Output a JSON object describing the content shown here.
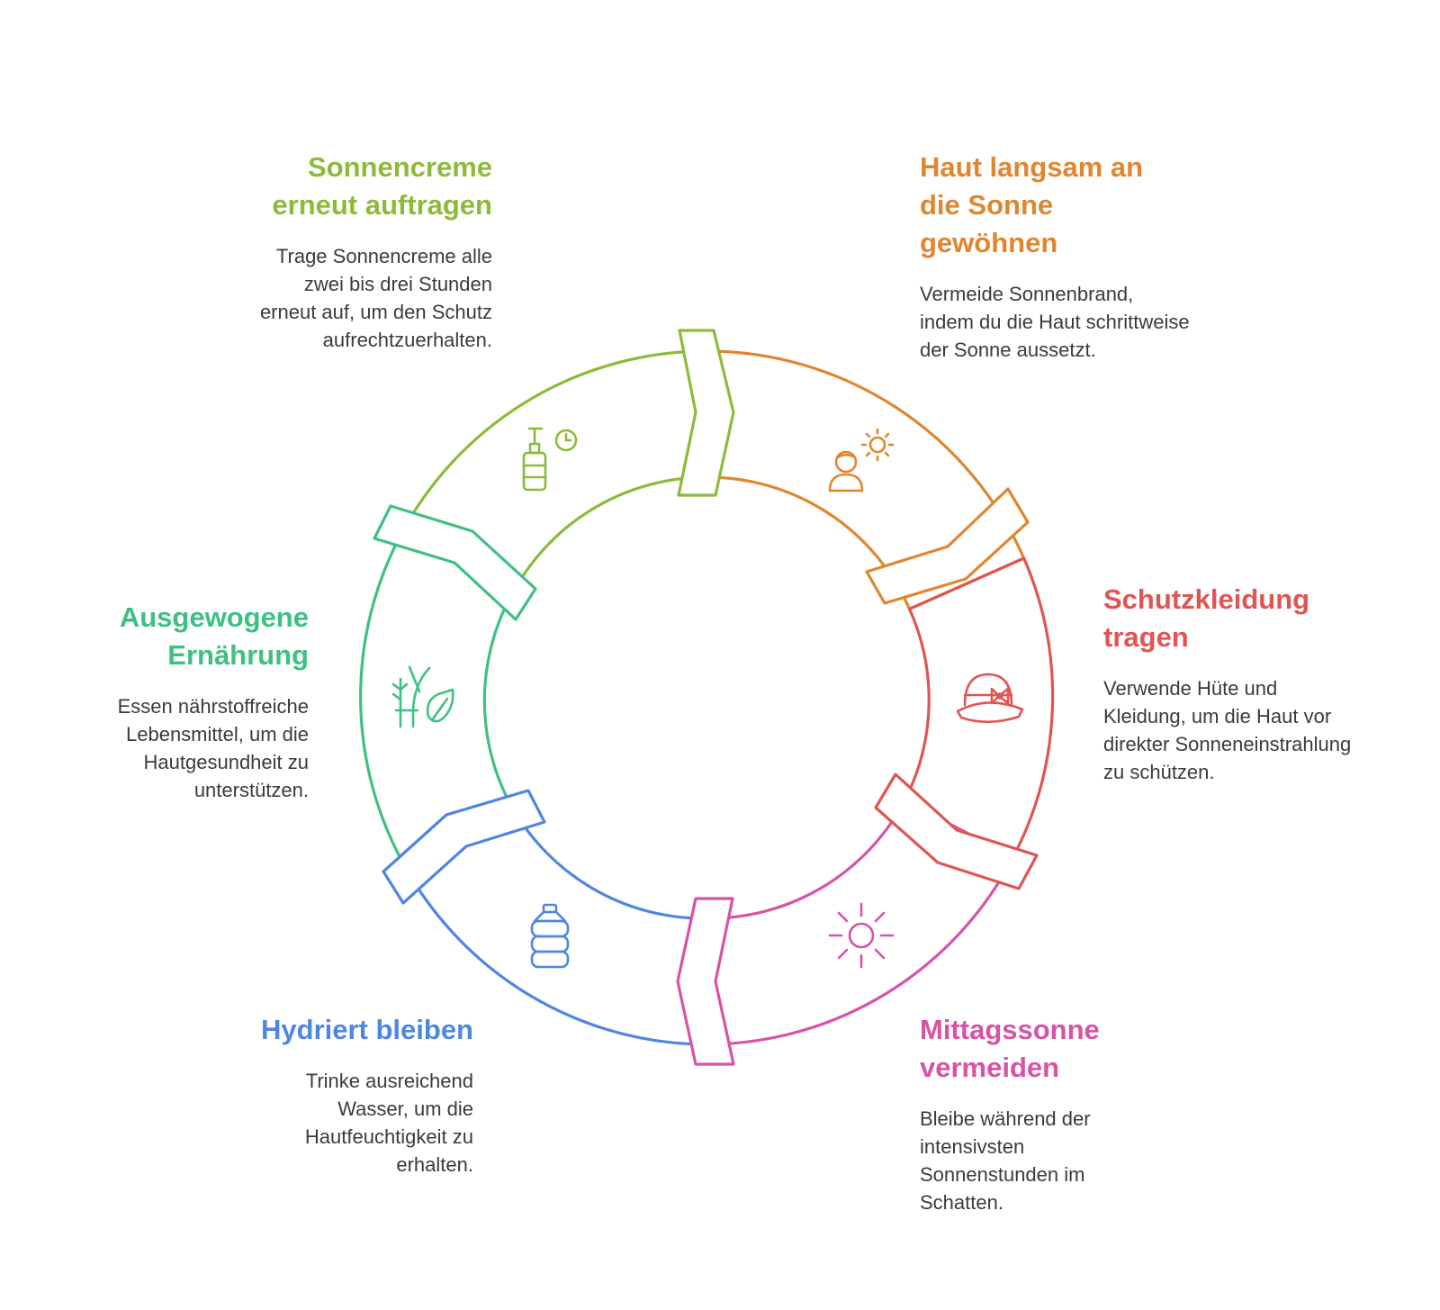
{
  "colors": {
    "green": "#8cbb3a",
    "orange": "#e0862f",
    "red": "#e05454",
    "pink": "#d852a6",
    "blue": "#4f86de",
    "teal": "#3fc083"
  },
  "steps": [
    {
      "title": "Haut langsam an die Sonne gewöhnen",
      "text": "Vermeide Sonnenbrand, indem du die Haut schrittweise der Sonne aussetzt.",
      "icon": "person-sun-icon",
      "color": "#e0862f"
    },
    {
      "title": "Schutzkleidung tragen",
      "text": "Verwende Hüte und Kleidung, um die Haut vor direkter Sonneneinstrahlung zu schützen.",
      "icon": "hat-icon",
      "color": "#e05454"
    },
    {
      "title": "Mittagssonne vermeiden",
      "text": "Bleibe während der intensivsten Sonnenstunden im Schatten.",
      "icon": "sun-icon",
      "color": "#d852a6"
    },
    {
      "title": "Hydriert bleiben",
      "text": "Trinke  ausreichend Wasser, um die Hautfeuchtigkeit zu erhalten.",
      "icon": "water-bottle-icon",
      "color": "#4f86de"
    },
    {
      "title": "Ausgewogene Ernährung",
      "text": "Essen nährstoffreiche Lebensmittel, um die Hautgesundheit zu unterstützen.",
      "icon": "plant-leaf-icon",
      "color": "#3fc083"
    },
    {
      "title": "Sonnencreme erneut auftragen",
      "text": "Trage Sonnencreme alle zwei bis drei Stunden erneut auf, um den Schutz aufrechtzuerhalten.",
      "icon": "sunscreen-clock-icon",
      "color": "#8cbb3a"
    }
  ]
}
